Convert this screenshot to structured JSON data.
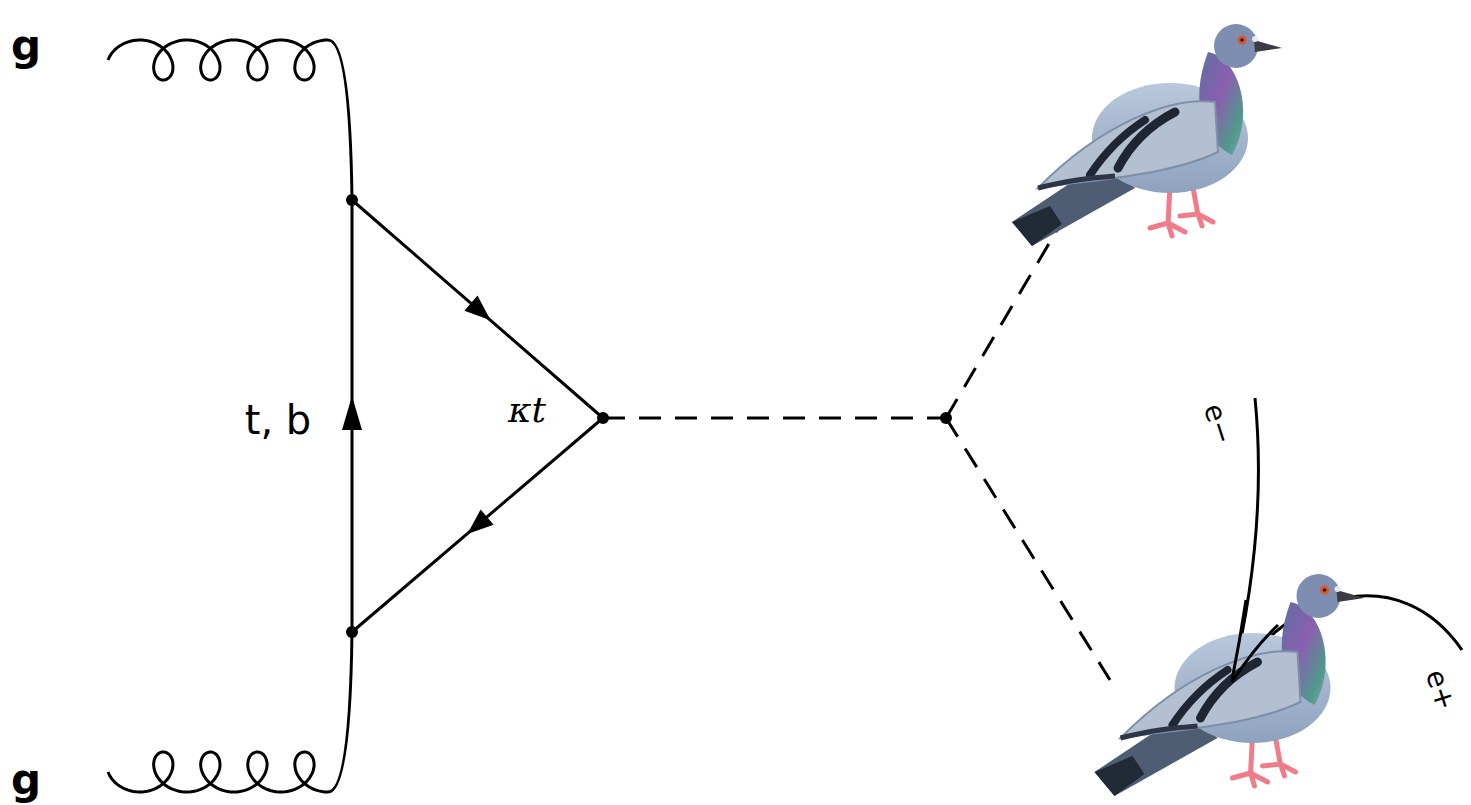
{
  "diagram": {
    "labels": [
      "g",
      "t, b",
      "κt",
      "e−",
      "e+",
      "g"
    ]
  }
}
